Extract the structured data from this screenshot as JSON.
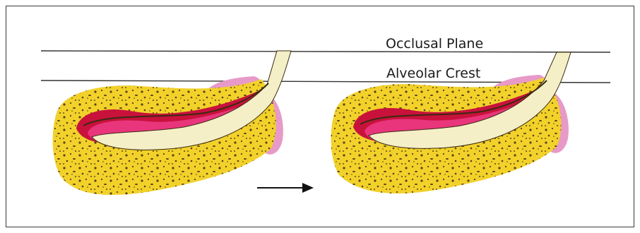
{
  "labels": {
    "occlusal_plane": "Occlusal Plane",
    "alveolar_crest": "Alveolar Crest"
  },
  "colors": {
    "bone": "#f2d12a",
    "bone_outline": "#3a2a10",
    "canal": "#c8123c",
    "pulp": "#e8357c",
    "tooth": "#f5efc8",
    "gingiva": "#e79ac8",
    "line": "#333333"
  },
  "arrow": {
    "direction": "right"
  }
}
